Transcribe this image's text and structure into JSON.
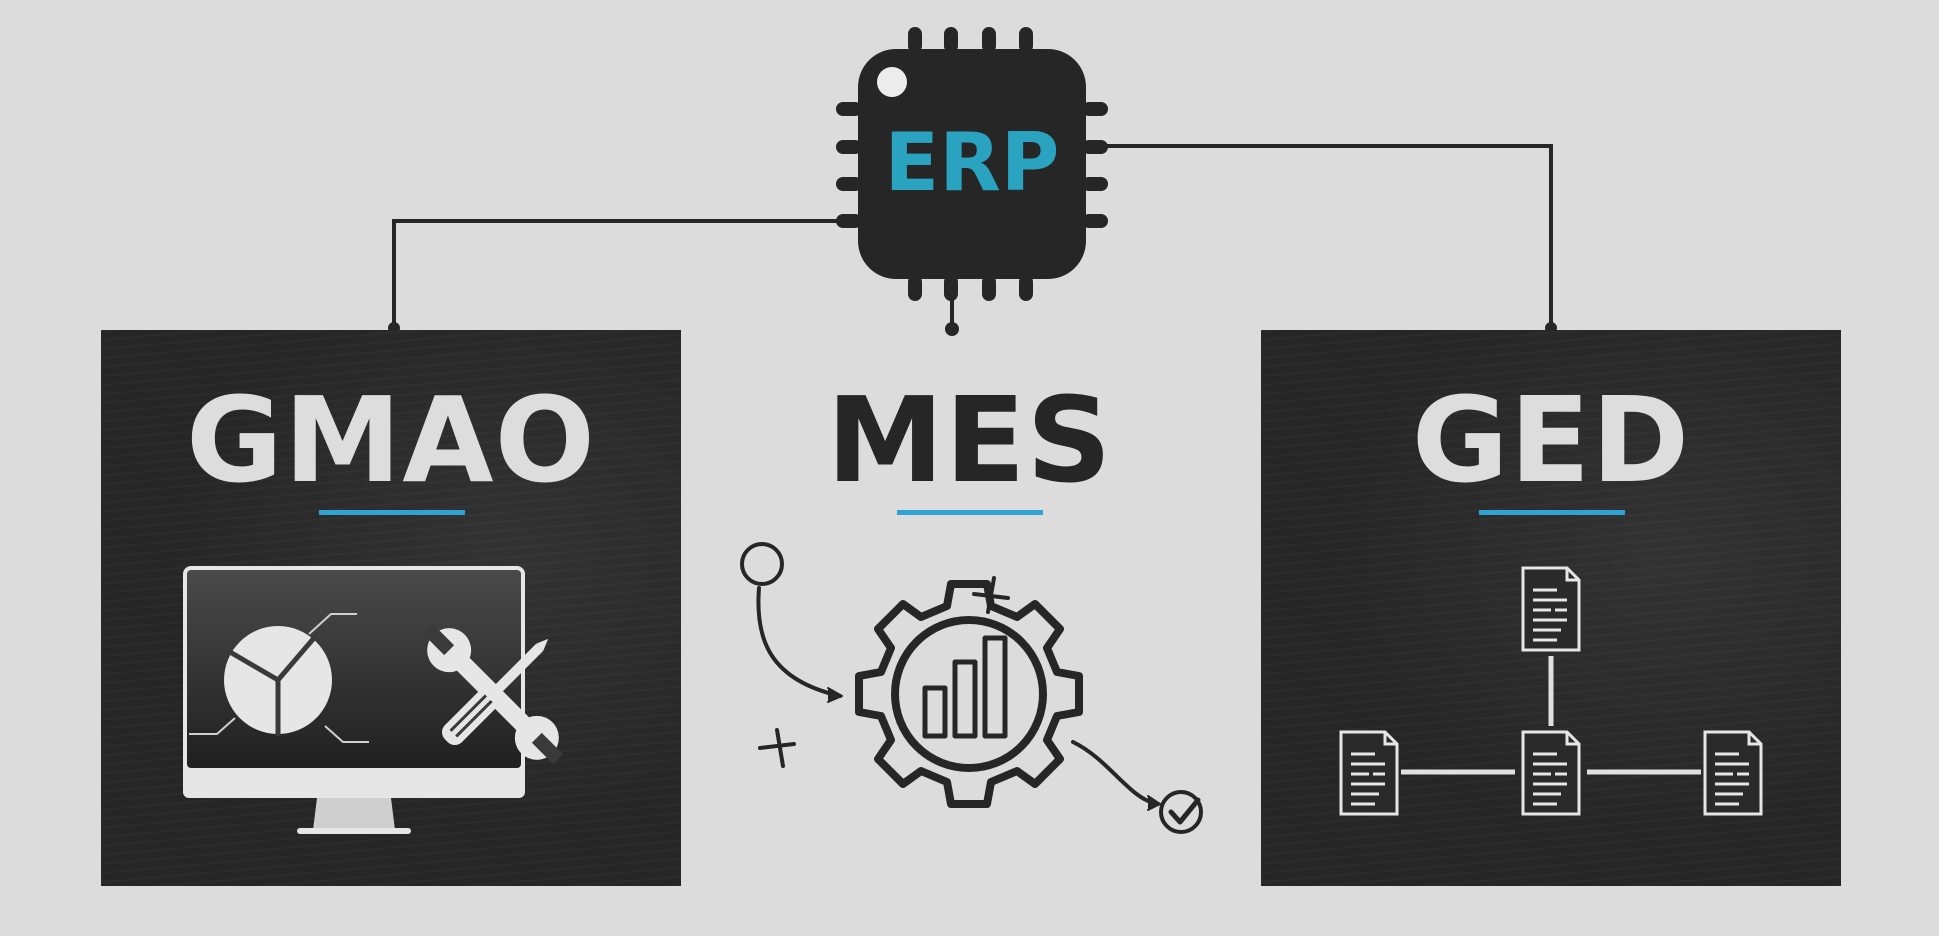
{
  "diagram": {
    "center": {
      "label": "ERP",
      "icon": "chip-icon"
    },
    "nodes": [
      {
        "id": "gmao",
        "label": "GMAO",
        "icon": "monitor-pie-chart-tools-icon"
      },
      {
        "id": "mes",
        "label": "MES",
        "icon": "gear-bar-chart-icon"
      },
      {
        "id": "ged",
        "label": "GED",
        "icon": "document-network-icon"
      }
    ],
    "edges": [
      {
        "from": "ERP",
        "to": "GMAO"
      },
      {
        "from": "ERP",
        "to": "MES"
      },
      {
        "from": "ERP",
        "to": "GED"
      }
    ]
  },
  "colors": {
    "background": "#dcdcdc",
    "dark": "#262626",
    "accent_blue": "#2ea3d4",
    "erp_text": "#2aa3c1",
    "light_text": "#dddddd"
  }
}
